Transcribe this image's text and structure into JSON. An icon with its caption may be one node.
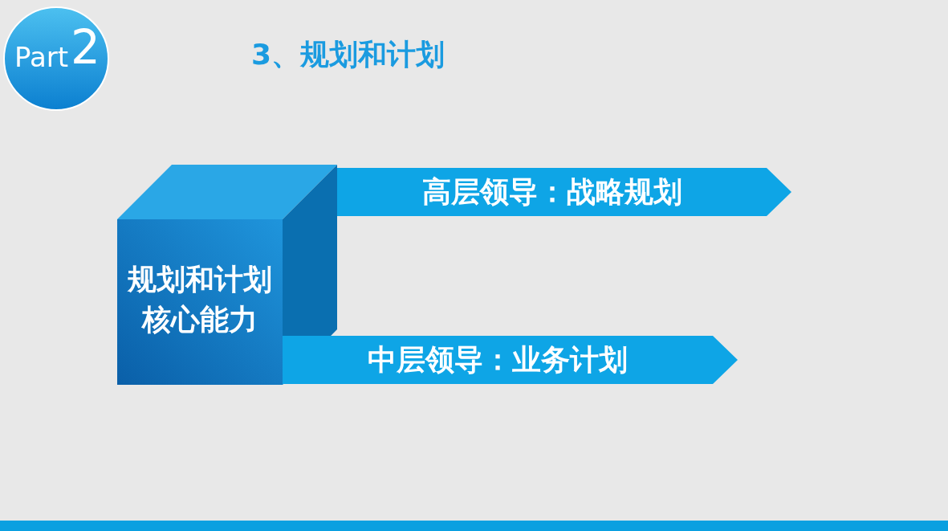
{
  "diagram": {
    "title": "3、规划和计划",
    "nodes": [
      {
        "text": [
          "Part",
          "2"
        ]
      },
      {
        "text": [
          "规划和计划核心能力"
        ]
      },
      {
        "text": [
          "高层领导：战略规划"
        ]
      },
      {
        "text": [
          "中层领导：业务计划"
        ]
      }
    ]
  }
}
